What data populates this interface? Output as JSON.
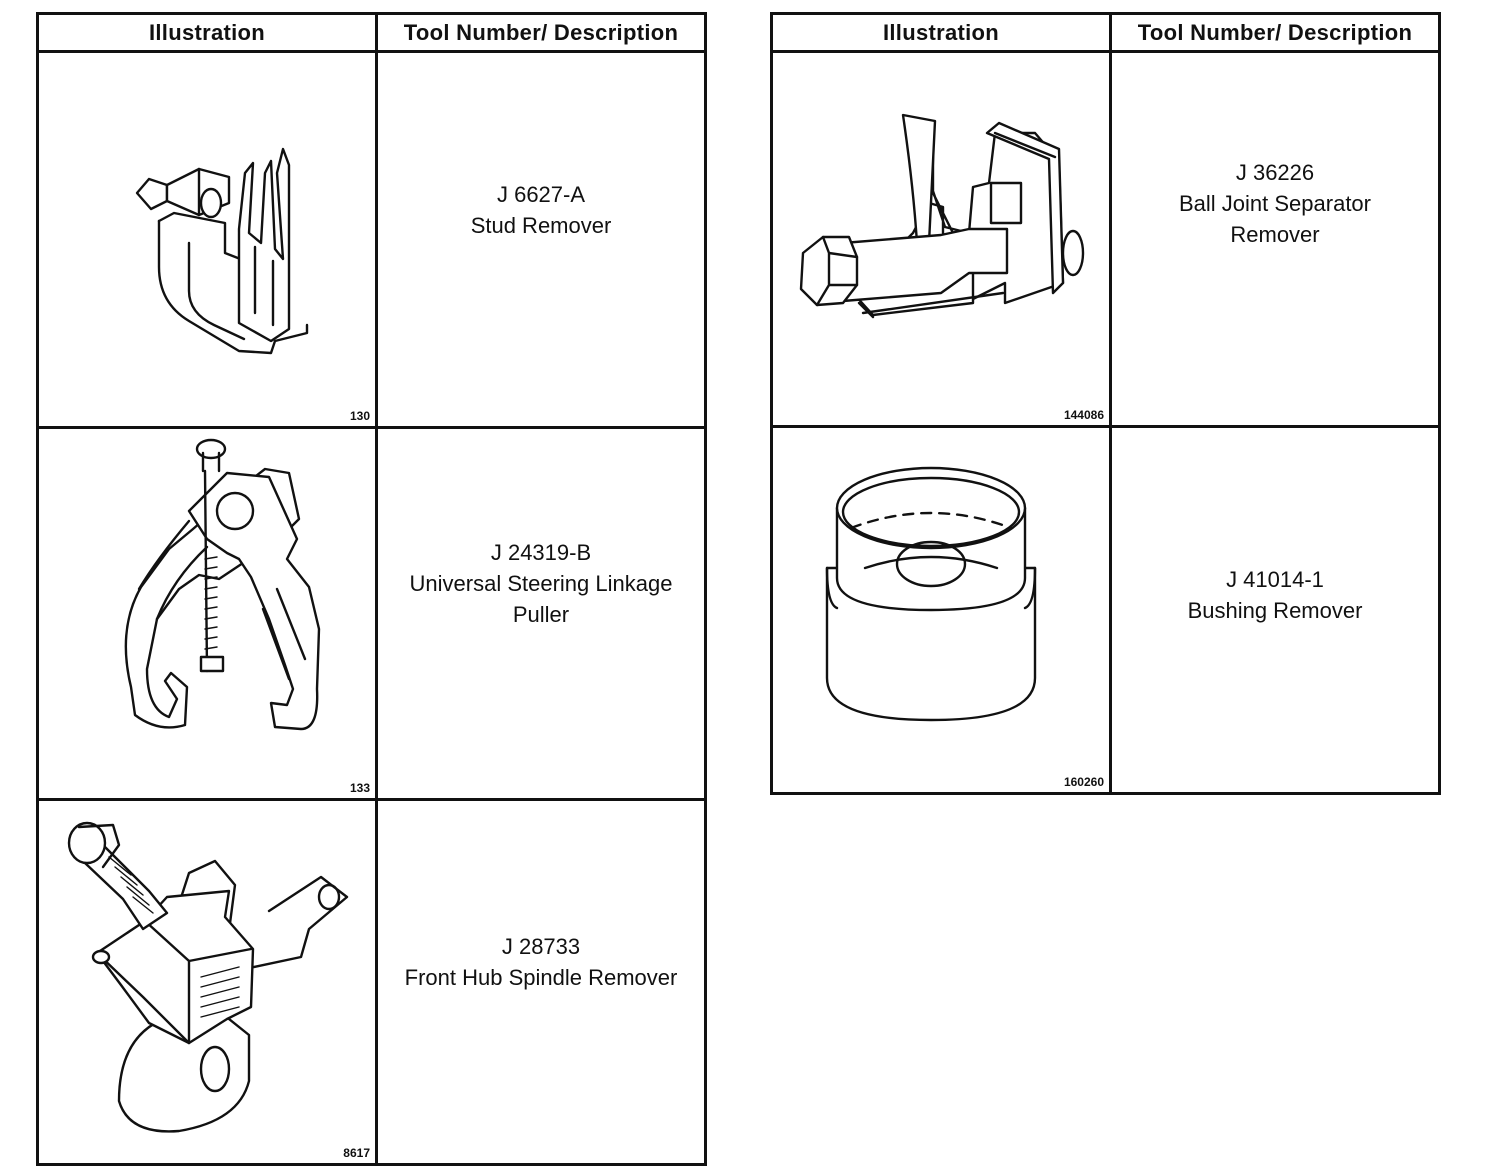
{
  "tables": [
    {
      "header": {
        "illustration": "Illustration",
        "tool": "Tool Number/ Description"
      },
      "rows": [
        {
          "icon": "stud-remover-illustration",
          "number": "J 6627-A",
          "description": [
            "Stud Remover"
          ],
          "figure": "130"
        },
        {
          "icon": "steering-linkage-puller-illustration",
          "number": "J 24319-B",
          "description": [
            "Universal Steering Linkage",
            "Puller"
          ],
          "figure": "133"
        },
        {
          "icon": "hub-spindle-remover-illustration",
          "number": "J 28733",
          "description": [
            "Front Hub Spindle Remover"
          ],
          "figure": "8617"
        }
      ]
    },
    {
      "header": {
        "illustration": "Illustration",
        "tool": "Tool Number/ Description"
      },
      "rows": [
        {
          "icon": "ball-joint-separator-illustration",
          "number": "J 36226",
          "description": [
            "Ball Joint Separator",
            "Remover"
          ],
          "figure": "144086"
        },
        {
          "icon": "bushing-remover-illustration",
          "number": "J 41014-1",
          "description": [
            "Bushing Remover"
          ],
          "figure": "160260"
        }
      ]
    }
  ]
}
